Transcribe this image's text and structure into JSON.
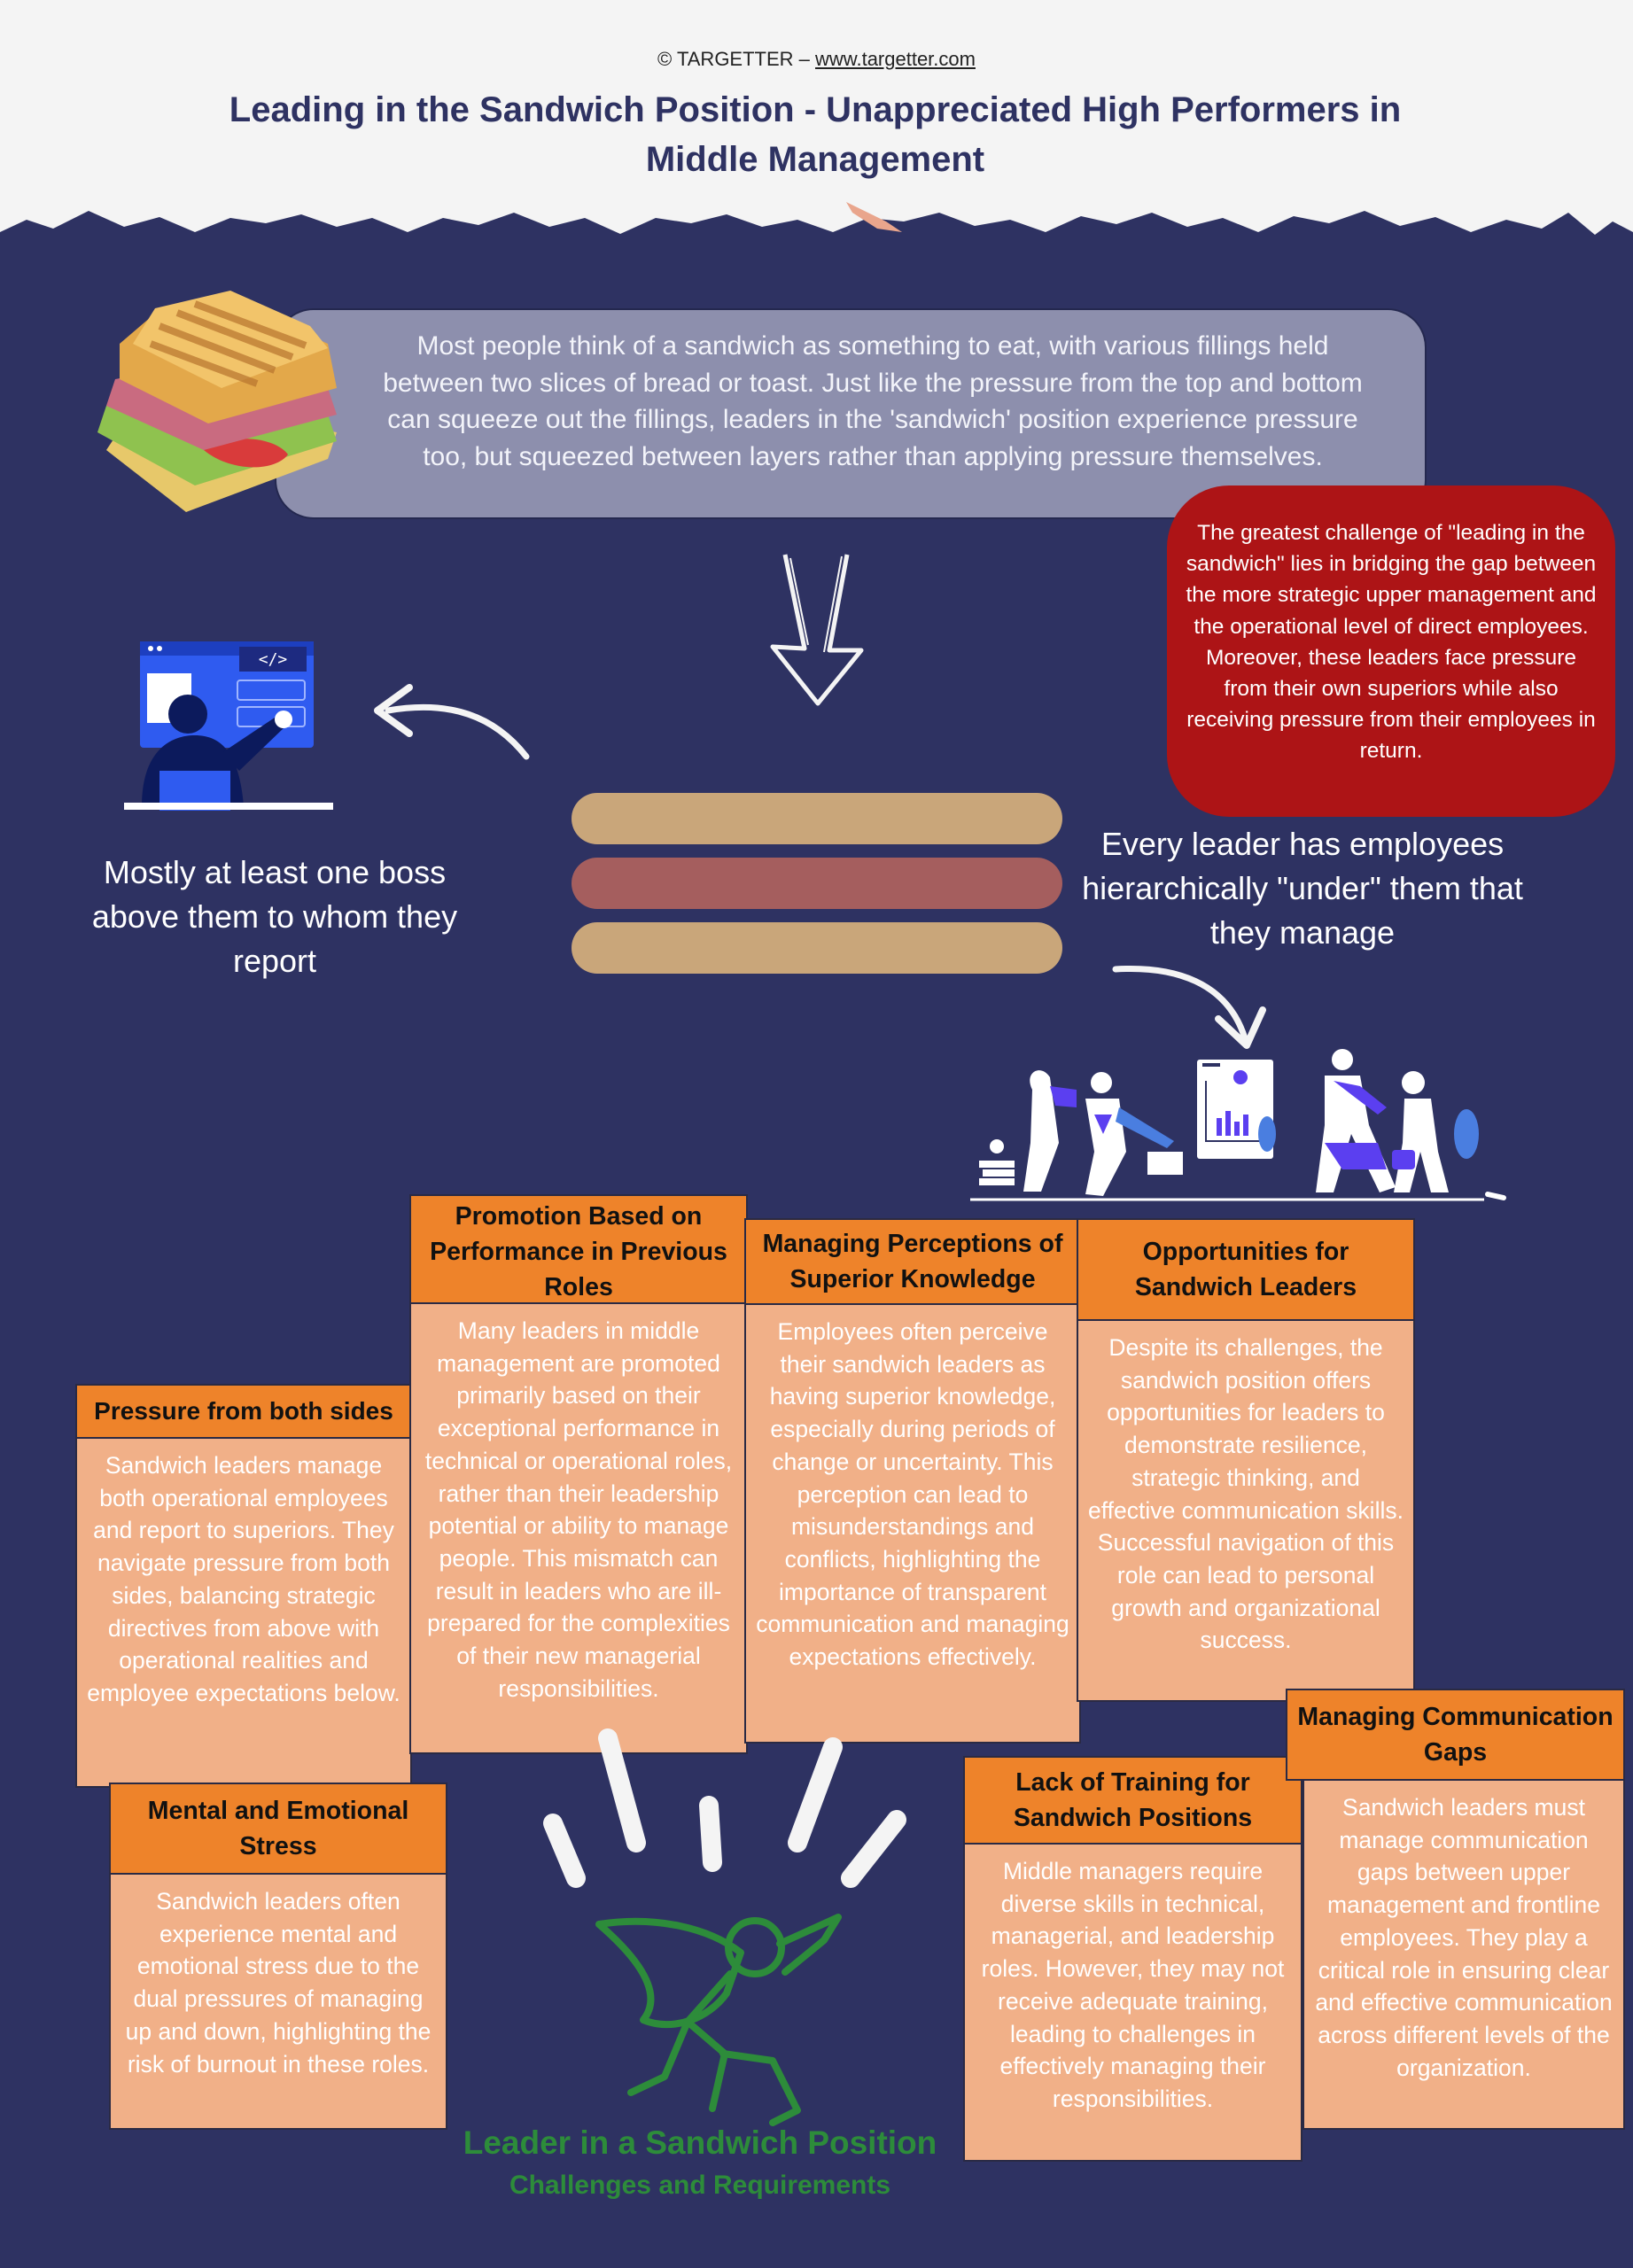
{
  "header": {
    "copyright": "© TARGETTER – ",
    "link_text": "www.targetter.com",
    "title": "Leading in the Sandwich Position - Unappreciated High Performers in Middle Management"
  },
  "intro": {
    "text": "Most people think of a sandwich as something to eat, with various fillings held between two slices of bread or toast. Just like the pressure from the top and bottom can squeeze out the fillings, leaders in the 'sandwich' position experience pressure too, but squeezed between layers rather than applying pressure themselves."
  },
  "challenge": {
    "text": "The greatest challenge of \"leading in the sandwich\" lies in bridging the gap between the more strategic upper management and the operational level of direct employees. Moreover, these leaders face pressure from their own superiors while also receiving pressure from their employees in return."
  },
  "captions": {
    "boss": "Mostly at least one boss above them to whom they report",
    "employees": "Every leader has employees hierarchically \"under\" them that they manage"
  },
  "cards": {
    "pressure": {
      "title": "Pressure from both sides",
      "body": "Sandwich leaders manage both operational employees and report to superiors. They navigate pressure from both sides, balancing strategic directives from above with operational realities and employee expectations below."
    },
    "promotion": {
      "title": "Promotion Based on Performance in Previous Roles",
      "body": "Many leaders in middle management are promoted primarily based on their exceptional performance in technical or operational roles, rather than their leadership potential or ability to manage people. This mismatch can result in leaders who are ill-prepared for the complexities of their new managerial responsibilities."
    },
    "perceptions": {
      "title": "Managing Perceptions of Superior Knowledge",
      "body": "Employees often perceive their sandwich leaders as having superior knowledge, especially during periods of change or uncertainty. This perception can lead to misunderstandings and conflicts, highlighting the importance of transparent communication and managing expectations effectively."
    },
    "opportunities": {
      "title": "Opportunities for Sandwich Leaders",
      "body": "Despite its challenges, the sandwich position offers opportunities for leaders to demonstrate resilience, strategic thinking, and effective communication skills. Successful navigation of this role can lead to personal growth and organizational success."
    },
    "stress": {
      "title": "Mental and Emotional Stress",
      "body": "Sandwich leaders often experience mental and emotional stress due to the dual pressures of managing up and down, highlighting the risk of burnout in these roles."
    },
    "training": {
      "title": "Lack of Training for Sandwich Positions",
      "body": "Middle managers require diverse skills in technical, managerial, and leadership roles. However, they may not receive adequate training, leading to challenges in effectively managing their responsibilities."
    },
    "communication": {
      "title": "Managing Communication Gaps",
      "body": "Sandwich leaders must manage communication gaps between upper management and frontline employees. They play a critical role in ensuring clear and effective communication across different levels of the organization."
    }
  },
  "hero": {
    "title": "Leader in a Sandwich Position",
    "subtitle": "Challenges and Requirements"
  },
  "colors": {
    "background": "#2e3262",
    "header": "#f4f4f4",
    "accent_orange": "#ee832a",
    "card_body": "#f1b088",
    "challenge_red": "#ad1416",
    "hero_green": "#2d8c3a",
    "bread": "#c9a67a",
    "filling": "#a55e5e"
  },
  "icons": [
    "sandwich-illustration",
    "developer-illustration",
    "team-illustration",
    "down-arrow-icon",
    "curved-arrow-left-icon",
    "curved-arrow-down-icon",
    "superhero-icon"
  ]
}
